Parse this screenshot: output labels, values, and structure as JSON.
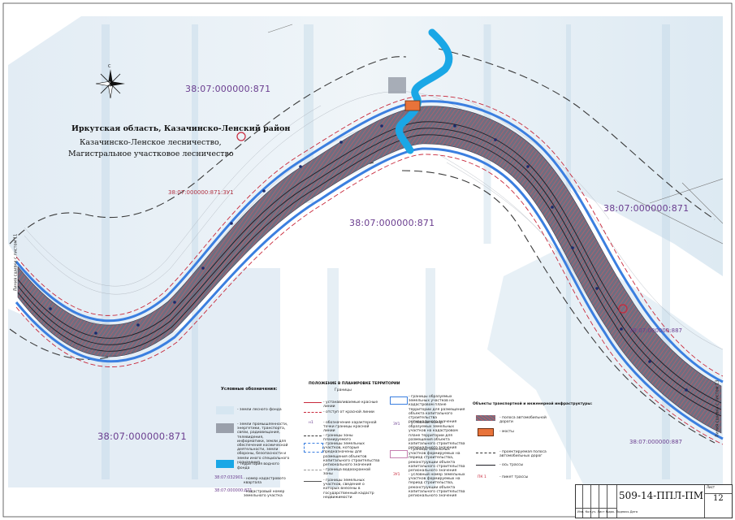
{
  "region": {
    "line1": "Иркутская область, Казачинско-Ленский район",
    "line2": "Казачинско-Ленское лесничество,",
    "line3": "Магистральное участковое лесничество"
  },
  "parcels": {
    "top_left": "38:07:000000:871",
    "center": "38:07:000000:871",
    "right": "38:07:000000:871",
    "bottom_left": "38:07:000000:871",
    "right_small_1": "38:07:000000:887",
    "right_small_2": "38:07:000000:887",
    "left_red": "38:07:000000:871:ЗУ1"
  },
  "edge_labels": {
    "left": "Линия сшивки с листом 11",
    "right": "Линия сшивки с листом 13"
  },
  "legend": {
    "title": "Условные обозначения:",
    "col1": [
      "- земли лесного фонда",
      "- земли промышленности, энергетики, транспорта, связи, радиовещания, телевидения, информатики, земли для обеспечения космической деятельности, земли обороны, безопасности и земли иного специального назначения",
      "- территория водного фонда",
      "- номер кадастрового квартала",
      "- кадастровый номер земельного участка"
    ],
    "col1_codes": [
      "38:07:032901",
      "38:07:000000:871"
    ],
    "col2_title": "ПОЛОЖЕНИЕ В ПЛАНИРОВКЕ ТЕРРИТОРИИ",
    "col2_subtitle": "Границы",
    "col2": [
      "- устанавливаемые красные линии",
      "- отступ от красной линии",
      "- обозначение характерной точки границы красной линии",
      "- границы зоны планируемого",
      "- границы земельных участков, которые предназначены для размещения объектов капитального строительства регионального значения",
      "- граница водоохранной зоны",
      "- границы земельных участков, сведения о которых внесены в государственный кадастр недвижимости"
    ],
    "col2_point": "н1",
    "col3": [
      "- границы образуемых земельных участков на кадастровом плане территории для размещения объекта капитального строительства регионального значения",
      "- условный номер образуемых земельных участков на кадастровом плане территории для размещения объекта капитального строительства регионального значения",
      "- границы земельных участков формируемых на период строительства, реконструкции объекта капитального строительства регионального значения",
      "- условный номер земельных участков формируемых на период строительства, реконструкции объекта капитального строительства регионального значения"
    ],
    "col3_codes": [
      "ЗУ1",
      "ЗУ1"
    ],
    "col4_title": "Объекты транспортной и инженерной инфраструктуры:",
    "col4": [
      "- полоса автомобильной дороги",
      "- мосты",
      "- проектируемая полоса автомобильных дорог",
      "- ось трассы",
      "- пикет трассы"
    ],
    "col4_code": "ПК 1"
  },
  "stamp": {
    "code": "509-14-ППЛ-ПМ",
    "sheet_label": "Лист",
    "sheet_num": "12",
    "columns": "Изм. Кол.уч. Лист №док. Подпись Дата"
  },
  "colors": {
    "road": "#4b4f63",
    "road_hatch": "#b9535a",
    "red_line": "#c8283b",
    "blue_band": "#3b7fe0",
    "water": "#1aa7e6",
    "bridge": "#e8733a",
    "forest_fill": "#cfe3ef",
    "purple": "#6a3d8f"
  }
}
